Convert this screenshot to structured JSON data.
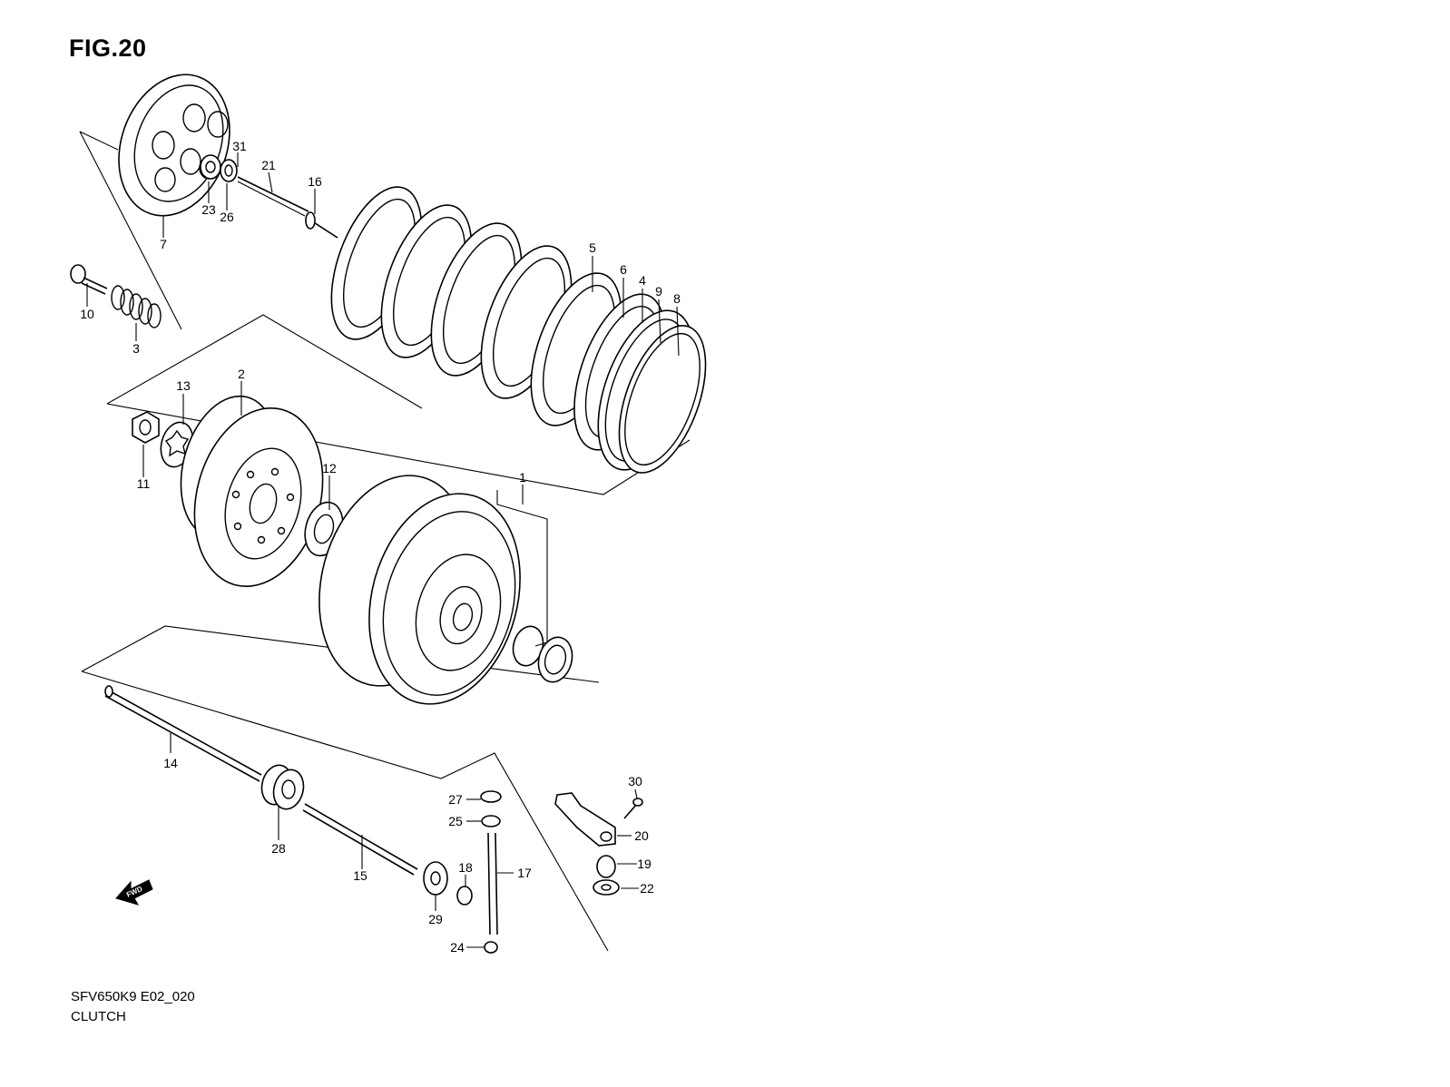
{
  "figure": {
    "title": "FIG.20",
    "footer_code": "SFV650K9 E02_020",
    "footer_name": "CLUTCH",
    "fwd_label": "FWD"
  },
  "callouts": [
    {
      "id": "c31",
      "label": "31"
    },
    {
      "id": "c21",
      "label": "21"
    },
    {
      "id": "c16",
      "label": "16"
    },
    {
      "id": "c23",
      "label": "23"
    },
    {
      "id": "c26",
      "label": "26"
    },
    {
      "id": "c7",
      "label": "7"
    },
    {
      "id": "c10",
      "label": "10"
    },
    {
      "id": "c3",
      "label": "3"
    },
    {
      "id": "c5",
      "label": "5"
    },
    {
      "id": "c6",
      "label": "6"
    },
    {
      "id": "c4",
      "label": "4"
    },
    {
      "id": "c9",
      "label": "9"
    },
    {
      "id": "c8",
      "label": "8"
    },
    {
      "id": "c13",
      "label": "13"
    },
    {
      "id": "c2",
      "label": "2"
    },
    {
      "id": "c11",
      "label": "11"
    },
    {
      "id": "c12",
      "label": "12"
    },
    {
      "id": "c1",
      "label": "1"
    },
    {
      "id": "c14",
      "label": "14"
    },
    {
      "id": "c28",
      "label": "28"
    },
    {
      "id": "c15",
      "label": "15"
    },
    {
      "id": "c29",
      "label": "29"
    },
    {
      "id": "c27",
      "label": "27"
    },
    {
      "id": "c25",
      "label": "25"
    },
    {
      "id": "c18",
      "label": "18"
    },
    {
      "id": "c17",
      "label": "17"
    },
    {
      "id": "c24",
      "label": "24"
    },
    {
      "id": "c30",
      "label": "30"
    },
    {
      "id": "c20",
      "label": "20"
    },
    {
      "id": "c19",
      "label": "19"
    },
    {
      "id": "c22",
      "label": "22"
    }
  ]
}
